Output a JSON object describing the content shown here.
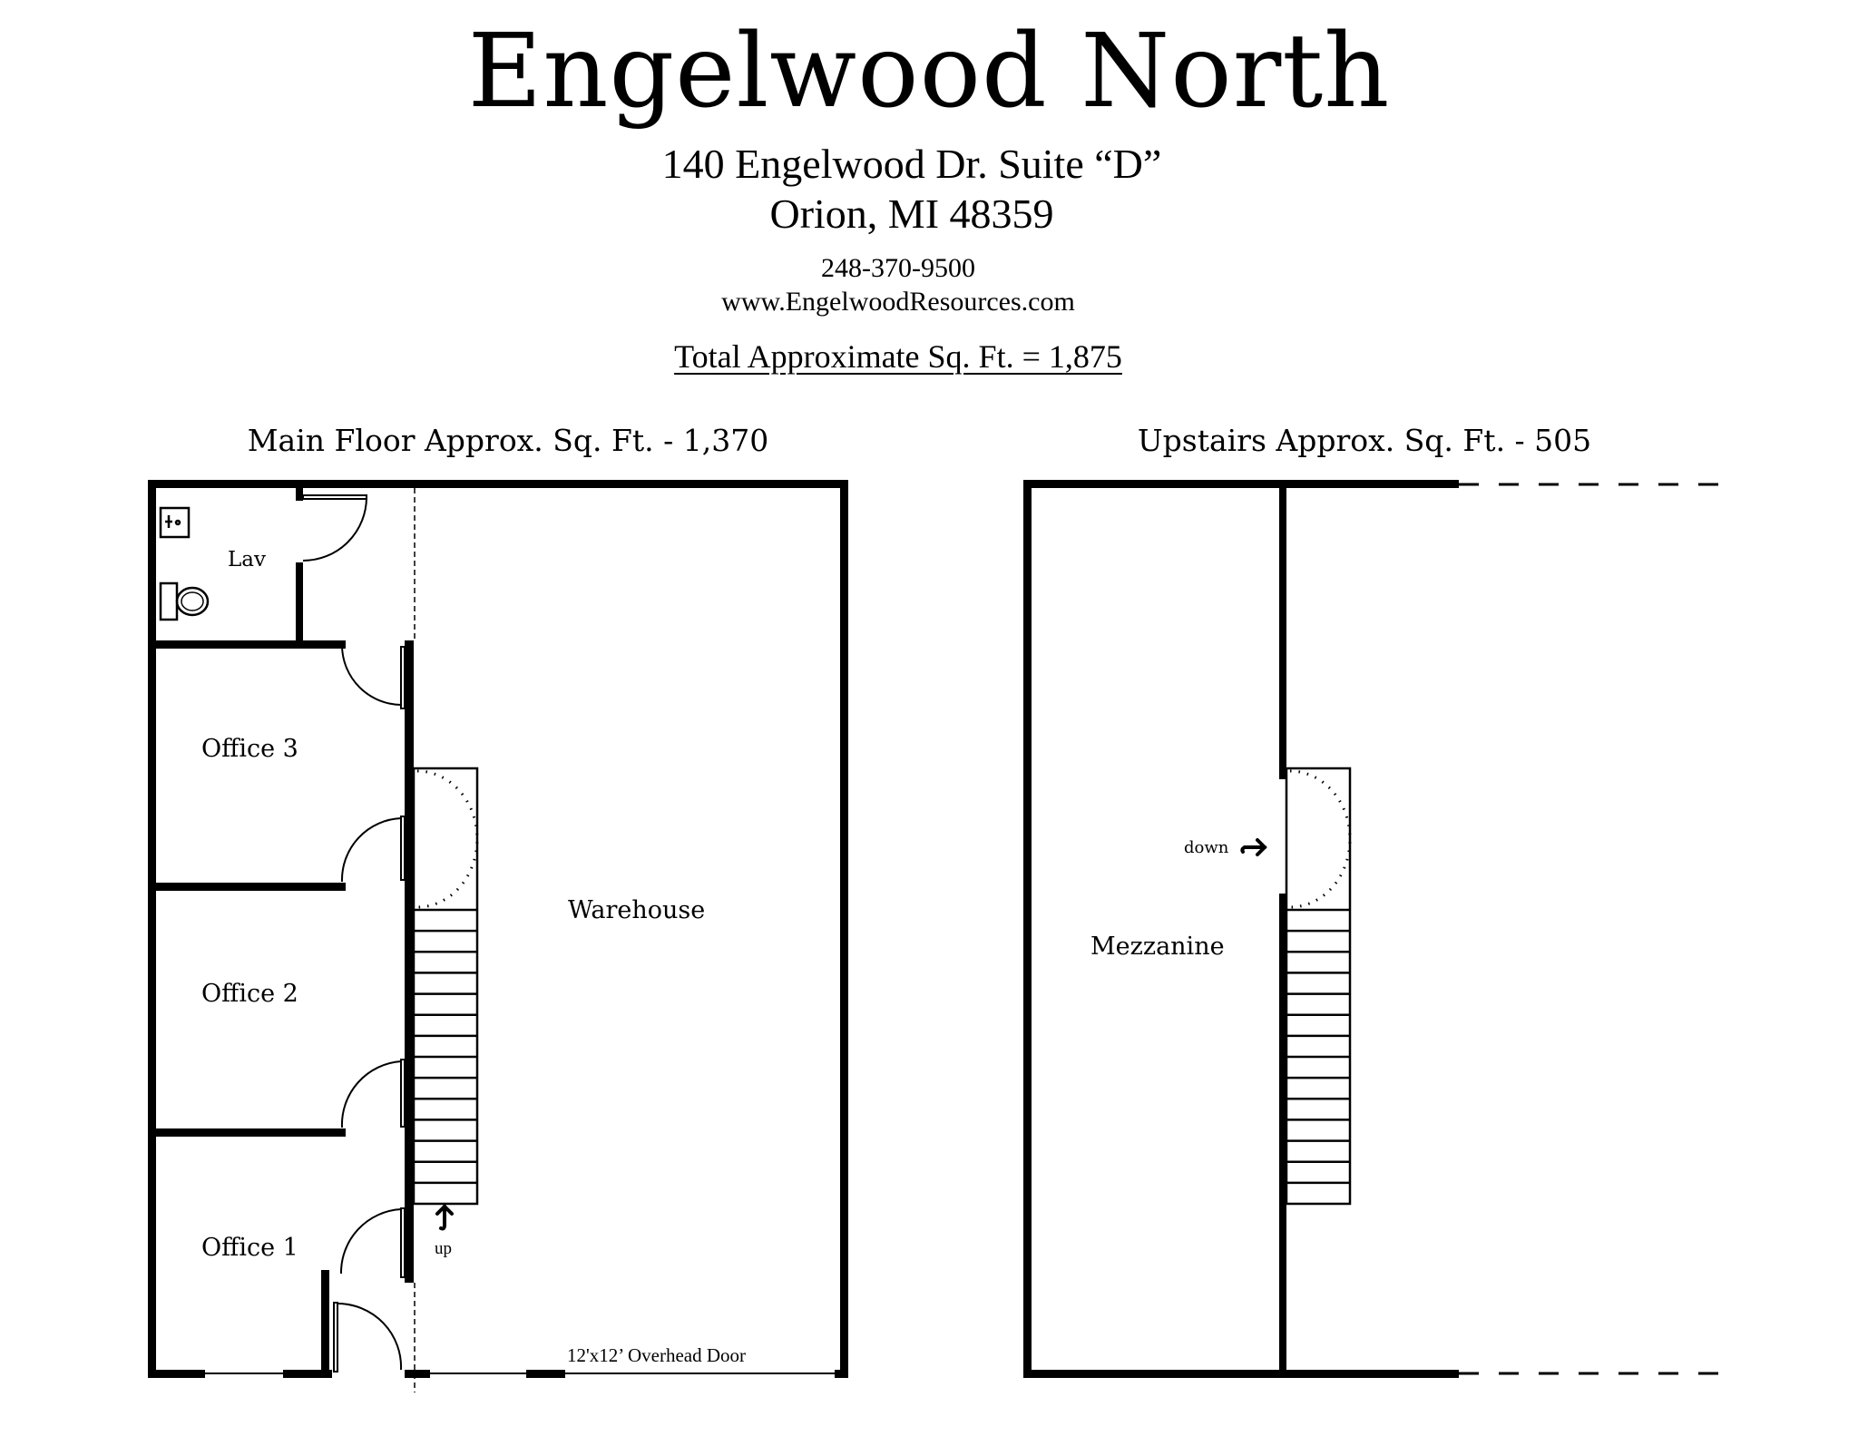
{
  "header": {
    "title": "Engelwood North",
    "address_line1": "140 Engelwood Dr. Suite “D”",
    "address_line2": "Orion, MI  48359",
    "phone": "248-370-9500",
    "website": "www.EngelwoodResources.com",
    "total_sqft": "Total Approximate Sq. Ft. = 1,875"
  },
  "main_floor": {
    "heading": "Main Floor Approx. Sq. Ft. - 1,370",
    "rooms": [
      {
        "name": "Lav"
      },
      {
        "name": "Office 3"
      },
      {
        "name": "Office 2"
      },
      {
        "name": "Office 1"
      },
      {
        "name": "Warehouse"
      }
    ],
    "stair_label": "up",
    "overhead_door_label": "12'x12’ Overhead Door",
    "stair_treads": 14
  },
  "upstairs": {
    "heading": "Upstairs Approx. Sq. Ft. - 505",
    "rooms": [
      {
        "name": "Mezzanine"
      }
    ],
    "stair_label": "down",
    "stair_treads": 14
  },
  "colors": {
    "wall": "#000000",
    "background": "#ffffff"
  }
}
